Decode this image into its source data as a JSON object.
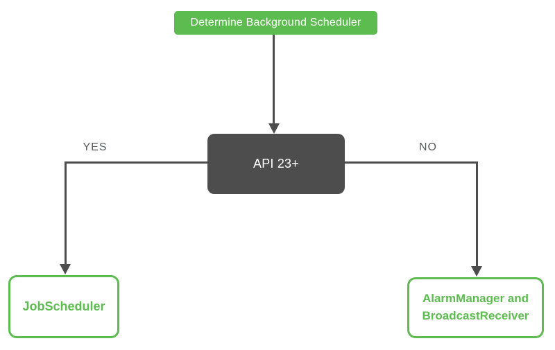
{
  "diagram": {
    "nodes": {
      "start": {
        "label": "Determine Background Scheduler"
      },
      "decision": {
        "label": "API 23+"
      },
      "yes_result": {
        "label": "JobScheduler"
      },
      "no_result": {
        "line1": "AlarmManager and",
        "line2": "BroadcastReceiver"
      }
    },
    "edges": {
      "yes_label": "YES",
      "no_label": "NO"
    },
    "colors": {
      "green": "#5cbc4f",
      "dark_gray": "#4d4d4d",
      "label_gray": "#595a5c",
      "node_text_white": "#ffffff"
    }
  }
}
